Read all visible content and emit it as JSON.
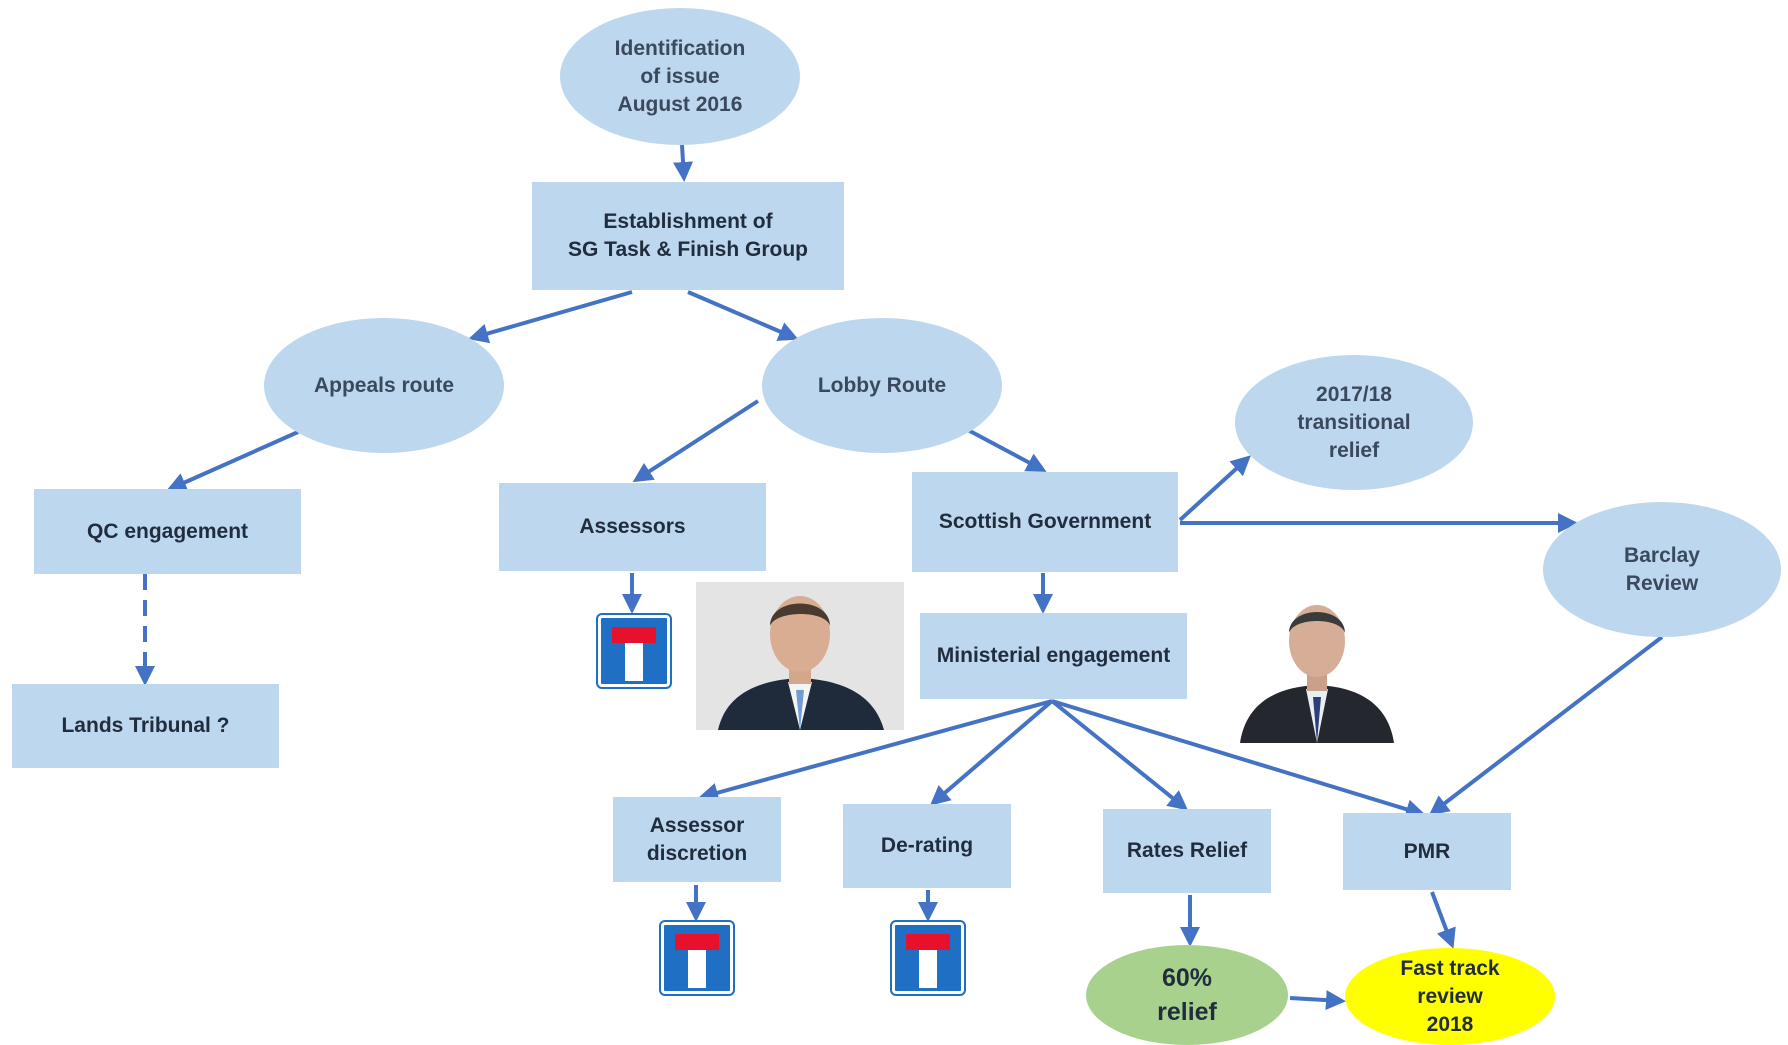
{
  "colors": {
    "node_fill": "#bdd7ee",
    "arrow": "#4472c4",
    "relief_fill": "#a9d18e",
    "review_fill": "#ffff00",
    "deadend_sign": "#1f6fc4",
    "deadend_bar": "#e8112d"
  },
  "nodes": {
    "identification": "Identification\nof issue\nAugust 2016",
    "task_group": "Establishment of\nSG Task & Finish Group",
    "appeals_route": "Appeals route",
    "lobby_route": "Lobby Route",
    "transitional_relief": "2017/18\ntransitional\nrelief",
    "qc_engagement": "QC engagement",
    "assessors": "Assessors",
    "scottish_government": "Scottish Government",
    "barclay_review": "Barclay\nReview",
    "lands_tribunal": "Lands Tribunal ?",
    "ministerial_engagement": "Ministerial engagement",
    "assessor_discretion": "Assessor\ndiscretion",
    "de_rating": "De-rating",
    "rates_relief": "Rates Relief",
    "pmr": "PMR",
    "relief_60": "60%\nrelief",
    "fast_track": "Fast track\nreview\n2018"
  },
  "icons": [
    "no-through-road-sign",
    "portrait-photo"
  ]
}
